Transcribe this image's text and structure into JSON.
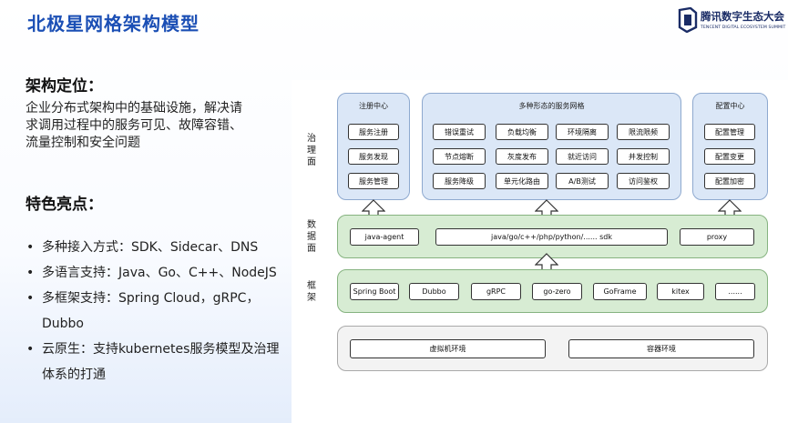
{
  "header": {
    "title": "北极星网格架构模型"
  },
  "logo": {
    "name_cn": "腾讯数字生态大会",
    "name_en": "TENCENT DIGITAL ECOSYSTEM SUMMIT"
  },
  "positioning": {
    "heading": "架构定位：",
    "lines": [
      "企业分布式架构中的基础设施，解决请",
      "求调用过程中的服务可见、故障容错、",
      "流量控制和安全问题"
    ]
  },
  "highlights": {
    "heading": "特色亮点：",
    "items": [
      "多种接入方式：SDK、Sidecar、DNS",
      "多语言支持：Java、Go、C++、NodeJS",
      "多框架支持：Spring Cloud，gRPC，Dubbo",
      "云原生：支持kubernetes服务模型及治理",
      "体系的打通"
    ]
  },
  "diagram": {
    "layer_labels": {
      "governance": [
        "治",
        "理",
        "面"
      ],
      "data": [
        "数",
        "据",
        "面"
      ],
      "framework": [
        "框",
        "架"
      ]
    },
    "registry": {
      "title": "注册中心",
      "items": [
        "服务注册",
        "服务发现",
        "服务管理"
      ]
    },
    "mesh": {
      "title": "多种形态的服务网格",
      "rows": [
        [
          "错误重试",
          "负载均衡",
          "环境隔离",
          "限流限频"
        ],
        [
          "节点熔断",
          "灰度发布",
          "就近访问",
          "并发控制"
        ],
        [
          "服务降级",
          "单元化路由",
          "A/B测试",
          "访问鉴权"
        ]
      ]
    },
    "config": {
      "title": "配置中心",
      "items": [
        "配置管理",
        "配置变更",
        "配置加密"
      ]
    },
    "data_plane": [
      "java-agent",
      "java/go/c++/php/python/...... sdk",
      "proxy"
    ],
    "frameworks": [
      "Spring Boot",
      "Dubbo",
      "gRPC",
      "go-zero",
      "GoFrame",
      "kitex",
      "......"
    ],
    "runtime": [
      "虚拟机环境",
      "容器环境"
    ]
  }
}
